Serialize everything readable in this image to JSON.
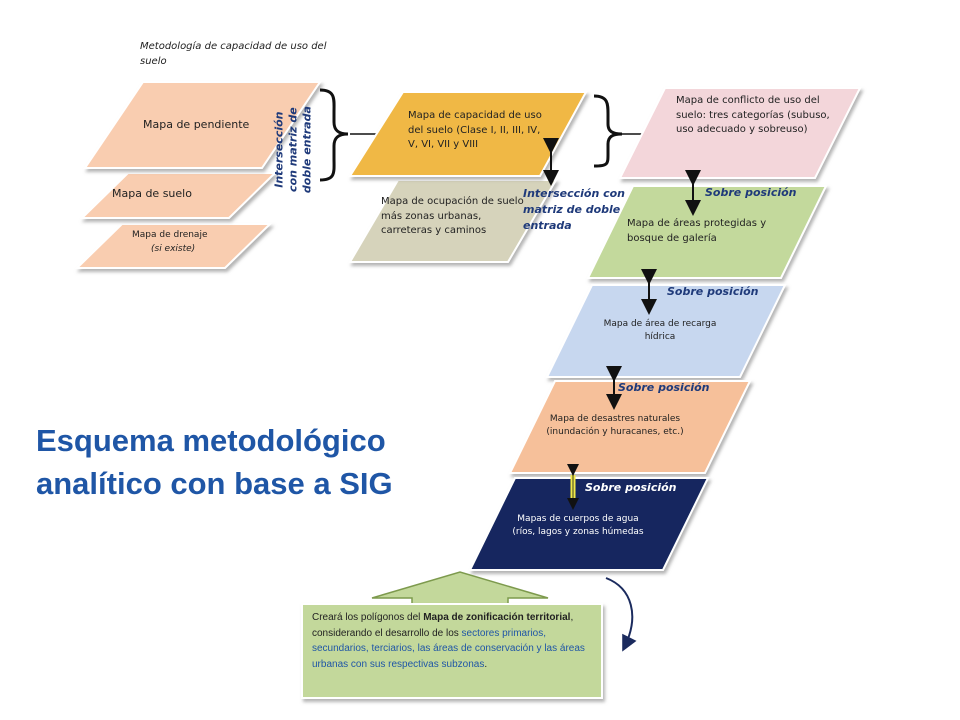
{
  "header_note": "Metodología  de capacidad de uso del suelo",
  "layers": {
    "pendiente": "Mapa de pendiente",
    "suelo": "Mapa de suelo",
    "drenaje_line1": "Mapa de drenaje",
    "drenaje_line2": "(si existe)",
    "capacidad": "Mapa de capacidad de uso del suelo (Clase I, II, III, IV, V, VI, VII y VIII",
    "ocupacion": "Mapa de ocupación de suelo más zonas urbanas, carreteras y caminos",
    "conflicto": "Mapa de conflicto de uso del suelo: tres categorías (subuso, uso adecuado y  sobreuso)",
    "areas_protegidas": "Mapa de áreas protegidas y bosque de galería",
    "recarga": "Mapa de área de recarga hídrica",
    "desastres": "Mapa de desastres naturales (inundación y huracanes, etc.)",
    "cuerpos_agua": "Mapas de cuerpos de agua (ríos, lagos y zonas húmedas"
  },
  "labels": {
    "interseccion_vertical": "Intersección con matriz de doble entrada",
    "interseccion_mid": "Intersección con matriz de doble entrada",
    "sobre_posicion_1": "Sobre posición",
    "sobre_posicion_2": "Sobre posición",
    "sobre_posicion_3": "Sobre posición",
    "sobre_posicion_4": "Sobre posición"
  },
  "title": "Esquema metodológico analítico con base a SIG",
  "note": {
    "part1": "Creará los polígonos del ",
    "bold1": "Mapa de zonificación territorial",
    "part2": ", considerando el desarrollo de los ",
    "blue1": "sectores primarios, secundarios, terciarios, las áreas de conservación y las áreas urbanas con sus respectivas subzonas",
    "part3": "."
  },
  "colors": {
    "peach": "#f9cdb0",
    "gold": "#f0b845",
    "khaki": "#d6d3bb",
    "pink": "#f3d6da",
    "green": "#c3d99c",
    "lightblue": "#c7d7ef",
    "orange": "#f6c09a",
    "navy": "#12285e",
    "title_blue": "#1f56a6",
    "note_green": "#c3d89b"
  }
}
